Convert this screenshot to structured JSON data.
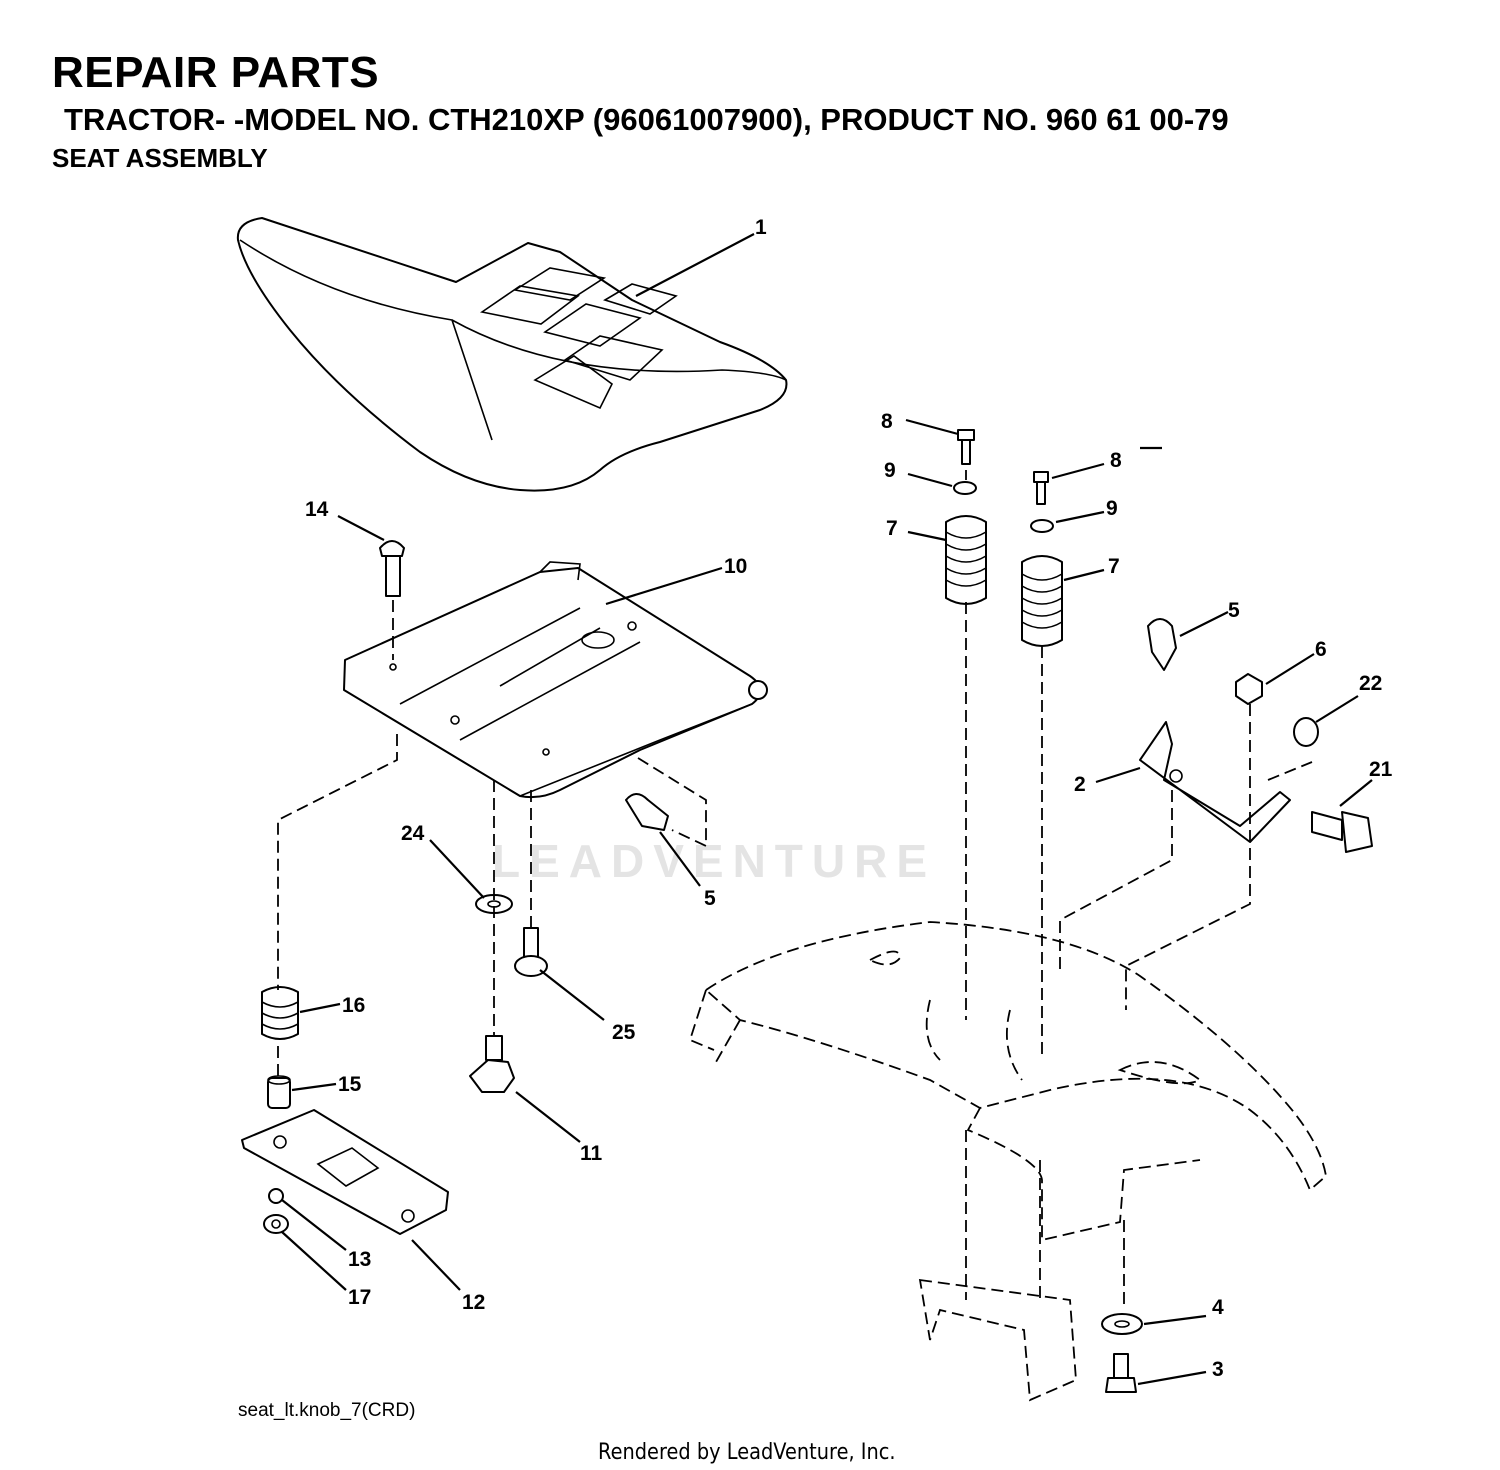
{
  "header": {
    "title": "REPAIR PARTS",
    "subtitle": "TRACTOR- -MODEL NO. CTH210XP (96061007900), PRODUCT NO. 960 61 00-79",
    "section": "SEAT ASSEMBLY"
  },
  "callouts": {
    "c1": "1",
    "c2": "2",
    "c3": "3",
    "c4": "4",
    "c5a": "5",
    "c5b": "5",
    "c6": "6",
    "c7a": "7",
    "c7b": "7",
    "c8a": "8",
    "c8b": "8",
    "c9a": "9",
    "c9b": "9",
    "c10": "10",
    "c11": "11",
    "c12": "12",
    "c13": "13",
    "c14": "14",
    "c15": "15",
    "c16": "16",
    "c17": "17",
    "c21": "21",
    "c22": "22",
    "c24": "24",
    "c25": "25"
  },
  "figure_id": "seat_lt.knob_7(CRD)",
  "watermark": "LEADVENTURE",
  "footer": "Rendered by LeadVenture, Inc."
}
